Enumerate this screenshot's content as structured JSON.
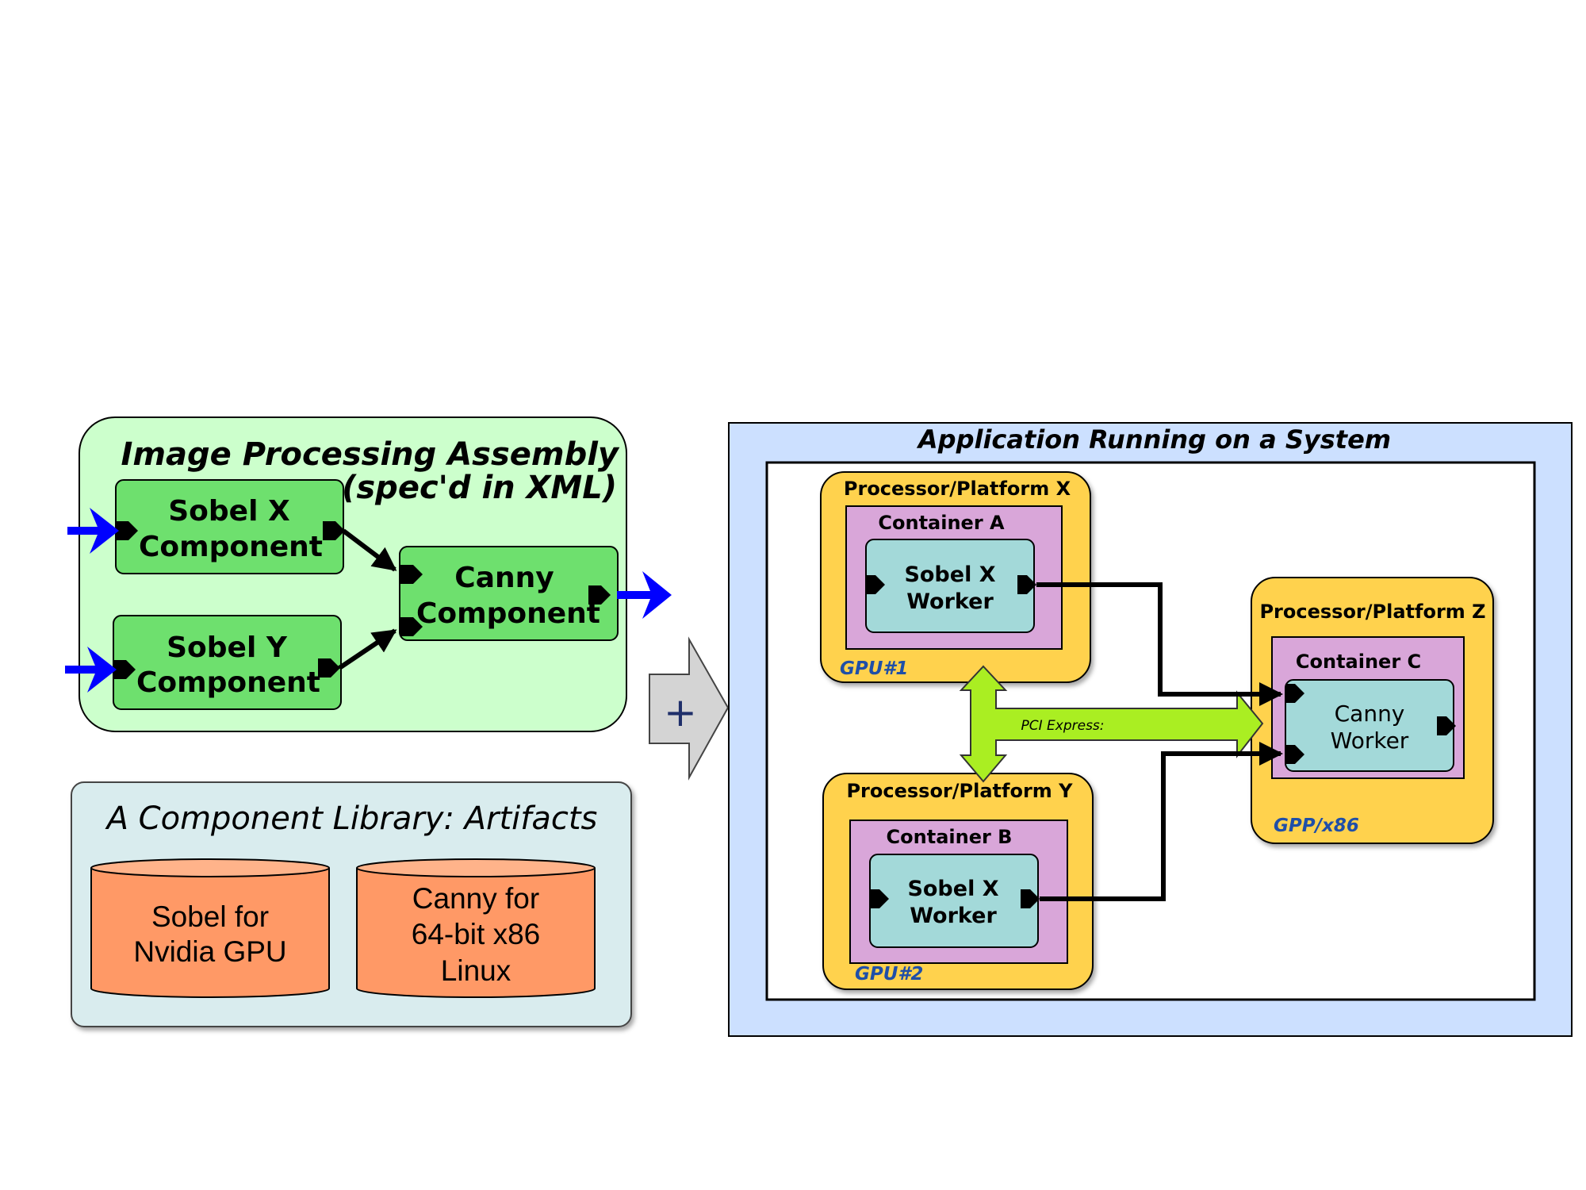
{
  "assembly": {
    "title_line1": "Image Processing Assembly",
    "title_line2": "(spec'd in XML)",
    "sobel_x": [
      "Sobel X",
      "Component"
    ],
    "sobel_y": [
      "Sobel Y",
      "Component"
    ],
    "canny": [
      "Canny",
      "Component"
    ]
  },
  "library": {
    "title": "A Component Library: Artifacts",
    "artifact1": [
      "Sobel for",
      "Nvidia GPU"
    ],
    "artifact2": [
      "Canny for",
      "64-bit x86",
      "Linux"
    ]
  },
  "plus": "+",
  "system": {
    "title": "Application Running on a System",
    "platform_x": {
      "title": "Processor/Platform X",
      "container": "Container A",
      "worker": [
        "Sobel X",
        "Worker"
      ],
      "tag": "GPU#1"
    },
    "platform_y": {
      "title": "Processor/Platform Y",
      "container": "Container B",
      "worker": [
        "Sobel X",
        "Worker"
      ],
      "tag": "GPU#2"
    },
    "platform_z": {
      "title": "Processor/Platform Z",
      "container": "Container C",
      "worker": [
        "Canny",
        "Worker"
      ],
      "tag": "GPP/x86"
    },
    "bus_label": "PCI Express:"
  },
  "colors": {
    "assembly_bg": "#ccffcc",
    "component_fill": "#6ee06e",
    "library_bg": "#d9ecee",
    "cylinder_fill": "#ff9966",
    "system_bg": "#cce0ff",
    "platform_fill": "#ffd24d",
    "container_fill": "#d9a6d9",
    "worker_fill": "#a3d9d9",
    "bus_fill": "#aaee22",
    "blue_arrow": "#0000ff",
    "tag_color": "#1f4fa8"
  }
}
